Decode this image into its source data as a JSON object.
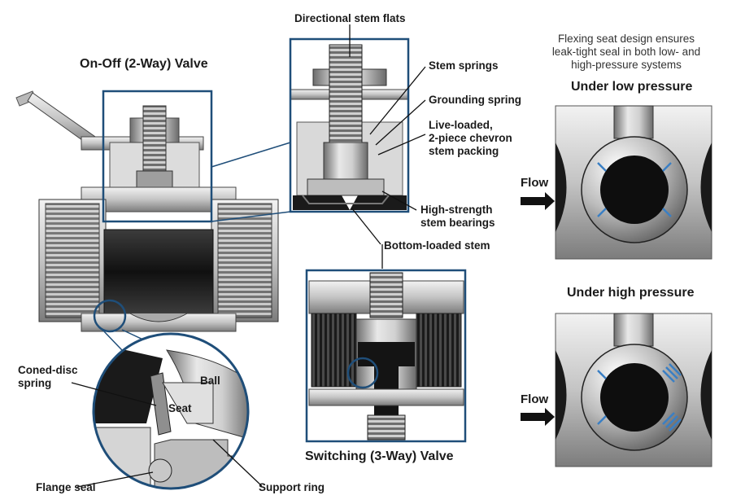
{
  "titles": {
    "two_way": "On-Off (2-Way) Valve",
    "three_way": "Switching (3-Way) Valve",
    "low_pressure": "Under low pressure",
    "high_pressure": "Under high pressure"
  },
  "note": {
    "line1": "Flexing seat design ensures",
    "line2": "leak-tight seal in both low- and",
    "line3": "high-pressure systems"
  },
  "labels": {
    "stem_flats": "Directional stem flats",
    "stem_springs": "Stem springs",
    "grounding_spring": "Grounding spring",
    "packing_1": "Live-loaded,",
    "packing_2": "2-piece chevron",
    "packing_3": "stem packing",
    "bearings_1": "High-strength",
    "bearings_2": "stem bearings",
    "bottom_stem": "Bottom-loaded stem",
    "coned_1": "Coned-disc",
    "coned_2": "spring",
    "ball": "Ball",
    "seat": "Seat",
    "flange_seal": "Flange seal",
    "support_ring": "Support ring"
  },
  "flow": {
    "low": "Flow",
    "high": "Flow"
  },
  "colors": {
    "accent_blue": "#1f4e79",
    "arrow_blue": "#3a7fc4",
    "dark_metal": "#2a2a2a",
    "mid_metal": "#8a8a8a",
    "light_metal": "#d6d6d6"
  }
}
